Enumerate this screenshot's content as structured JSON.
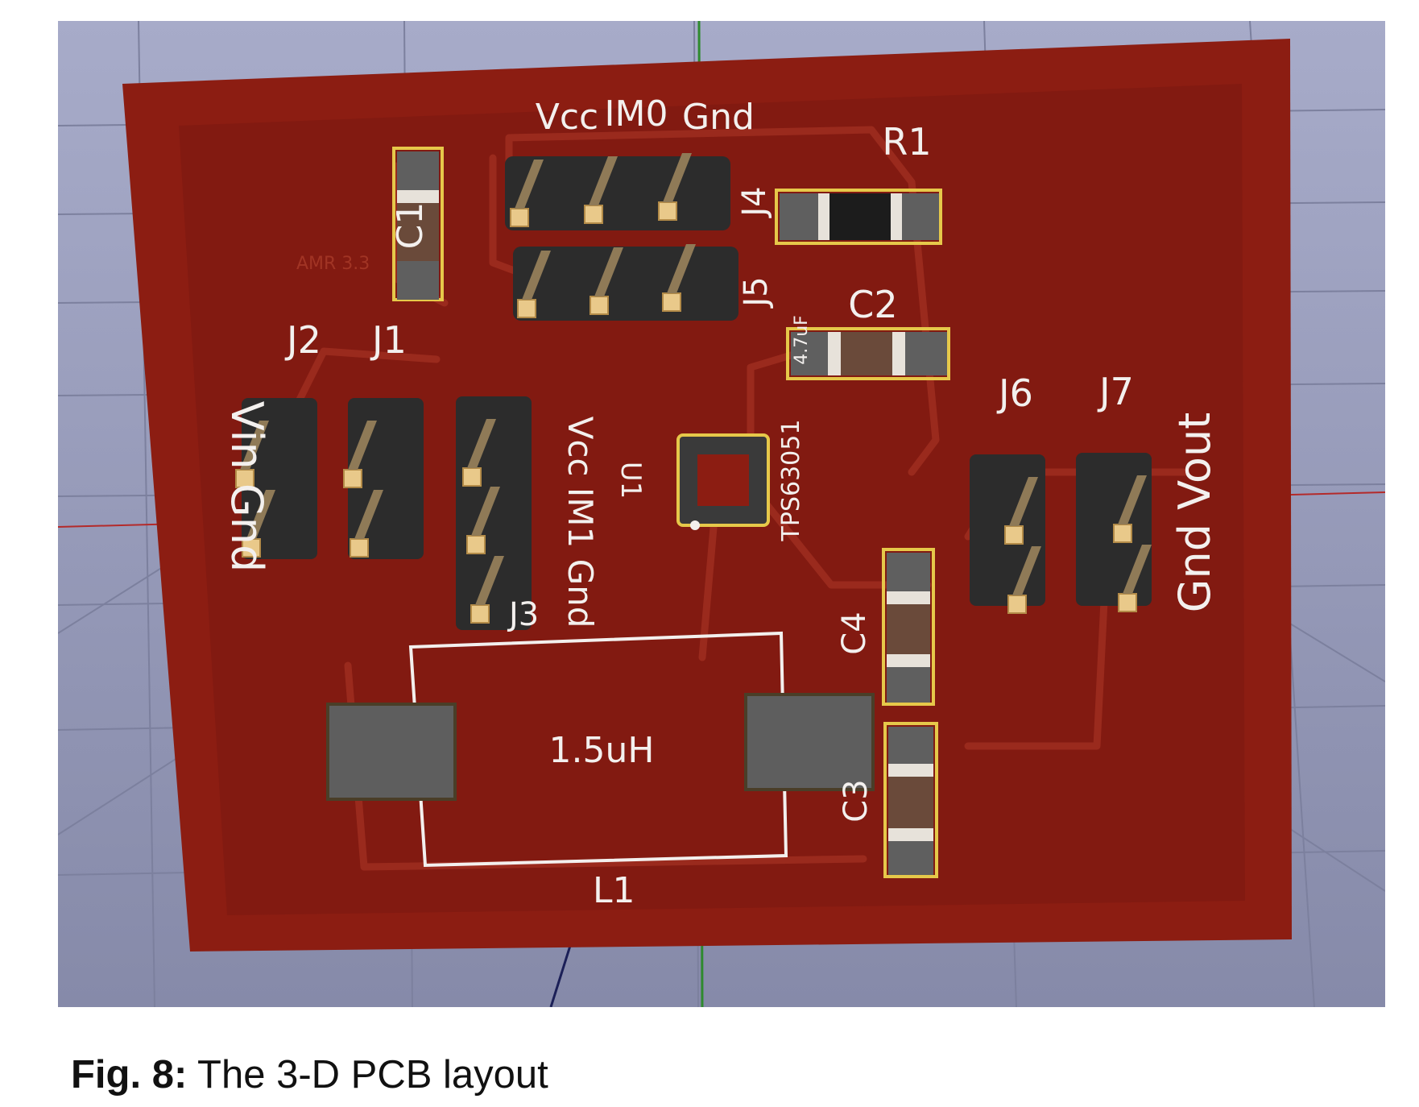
{
  "board": {
    "labels": {
      "j4_header": [
        "Vcc",
        "IM0",
        "Gnd"
      ],
      "r1": "R1",
      "c1": "C1",
      "c2": "C2",
      "c3": "C3",
      "c4": "C4",
      "j1": "J1",
      "j2": "J2",
      "j3": "J3",
      "j4": "J4",
      "j5": "J5",
      "j6": "J6",
      "j7": "J7",
      "l1": "L1",
      "inductor_value": "1.5uH",
      "left_edge": "Vin Gnd",
      "right_edge": "Gnd Vout",
      "j3_side": "Vcc IM1 Gnd",
      "u1": "U1",
      "ic_text": "TPS63051",
      "c2_value": "4.7uF",
      "faint_label": "AMR 3.3"
    },
    "colors": {
      "board": "#8c1d12",
      "copper": "#7a1810",
      "background": "#8f93b3",
      "silkscreen": "#f3f0ee"
    }
  },
  "caption": {
    "label": "Fig. 8:",
    "text": "The 3-D PCB layout"
  }
}
